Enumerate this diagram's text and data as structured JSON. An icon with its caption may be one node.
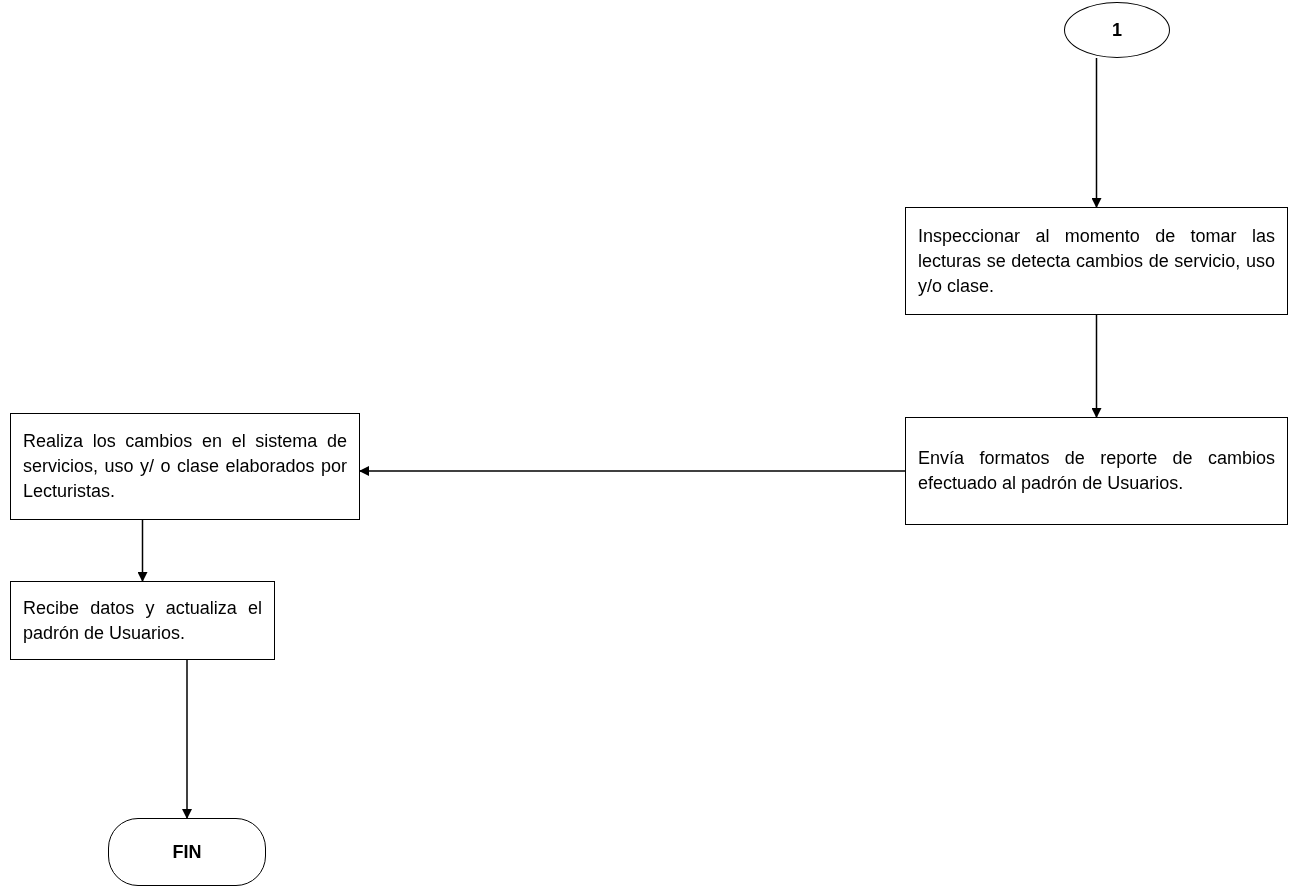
{
  "diagram": {
    "nodes": [
      {
        "text": [
          "1"
        ]
      },
      {
        "text": [
          "Inspeccionar al momento de tomar las lecturas se detecta cambios de servicio, uso y/o clase."
        ]
      },
      {
        "text": [
          "Envía formatos de reporte de cambios efectuado al padrón de Usuarios."
        ]
      },
      {
        "text": [
          "Realiza los cambios en el sistema de servicios, uso y/ o clase elaborados por Lecturistas."
        ]
      },
      {
        "text": [
          "Recibe datos y actualiza el padrón de Usuarios."
        ]
      },
      {
        "text": [
          "FIN"
        ]
      }
    ],
    "edges": [
      {
        "from": 0,
        "to": 1,
        "arrow": "to"
      },
      {
        "from": 1,
        "to": 2,
        "arrow": "to"
      },
      {
        "from": 2,
        "to": 3,
        "arrow": "to"
      },
      {
        "from": 3,
        "to": 4,
        "arrow": "to"
      },
      {
        "from": 4,
        "to": 5,
        "arrow": "to"
      }
    ]
  }
}
